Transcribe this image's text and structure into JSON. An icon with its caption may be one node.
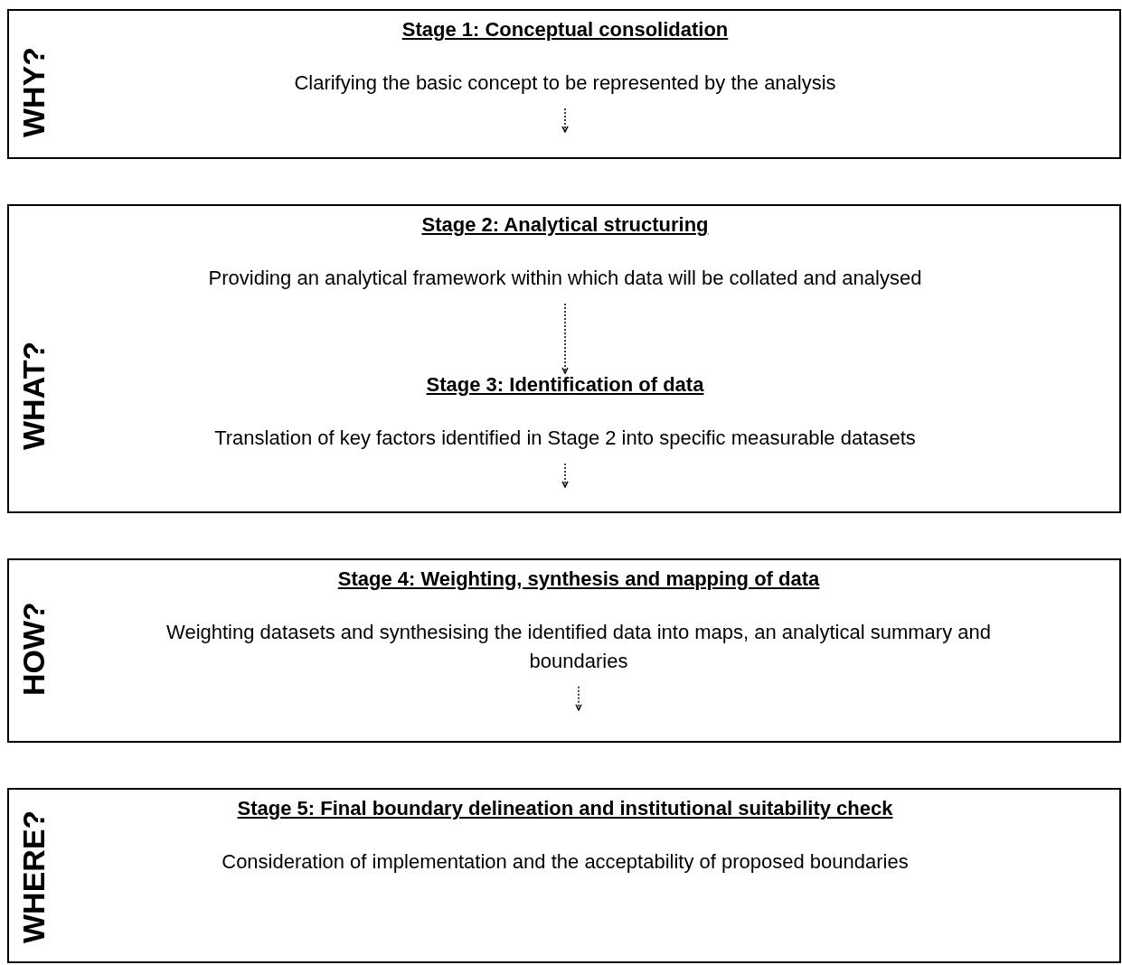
{
  "diagram": {
    "nodes": [
      {
        "text": [
          "WHY?"
        ]
      },
      {
        "text": [
          "Stage 1: Conceptual consolidation",
          "Clarifying the basic concept to be represented by the analysis"
        ],
        "in": 0
      },
      {
        "text": [
          "WHAT?"
        ]
      },
      {
        "text": [
          "Stage 2: Analytical structuring",
          "Providing an analytical framework within which data will be collated and analysed"
        ],
        "in": 2
      },
      {
        "text": [
          "Stage 3: Identification of data",
          "Translation of key factors identified in Stage 2 into specific measurable datasets"
        ],
        "in": 2
      },
      {
        "text": [
          "HOW?"
        ]
      },
      {
        "text": [
          "Stage 4: Weighting, synthesis and mapping of data",
          "Weighting datasets and synthesising the identified data into maps, an analytical summary and boundaries"
        ],
        "in": 5
      },
      {
        "text": [
          "WHERE?"
        ]
      },
      {
        "text": [
          "Stage 5: Final boundary delineation and institutional suitability check",
          "Consideration of implementation and the acceptability of proposed boundaries"
        ],
        "in": 7
      }
    ],
    "edges": [
      {
        "from": 1,
        "to": null,
        "arrow": "to",
        "style": "dashed"
      },
      {
        "from": 3,
        "to": 4,
        "arrow": "to",
        "style": "dashed"
      },
      {
        "from": 4,
        "to": null,
        "arrow": "to",
        "style": "dashed"
      },
      {
        "from": 6,
        "to": null,
        "arrow": "to",
        "style": "dashed"
      }
    ]
  }
}
